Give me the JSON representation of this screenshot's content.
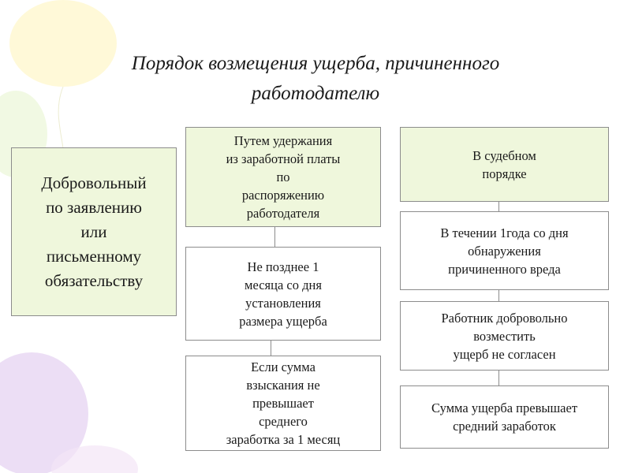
{
  "title": {
    "line1": "Порядок возмещения ущерба, причиненного",
    "line2": "работодателю"
  },
  "left_box": {
    "text": "Добровольный\nпо заявлению\nили\nписьменному\nобязательству"
  },
  "middle_column": [
    "Путем удержания\nиз заработной  платы\nпо\nраспоряжению\nработодателя",
    "Не позднее 1\nмесяца со дня\nустановления\nразмера ущерба",
    "Если сумма\nвзыскания не\nпревышает\nсреднего\nзаработка за 1 месяц"
  ],
  "right_column": [
    "В судебном\nпорядке",
    "В течении 1года со дня\nобнаружения\nпричиненного вреда",
    "Работник добровольно\nвозместить\nущерб не согласен",
    "Сумма ущерба превышает\nсредний заработок"
  ],
  "colors": {
    "box_green": "#eff7dc",
    "border": "#8c8c8c"
  }
}
